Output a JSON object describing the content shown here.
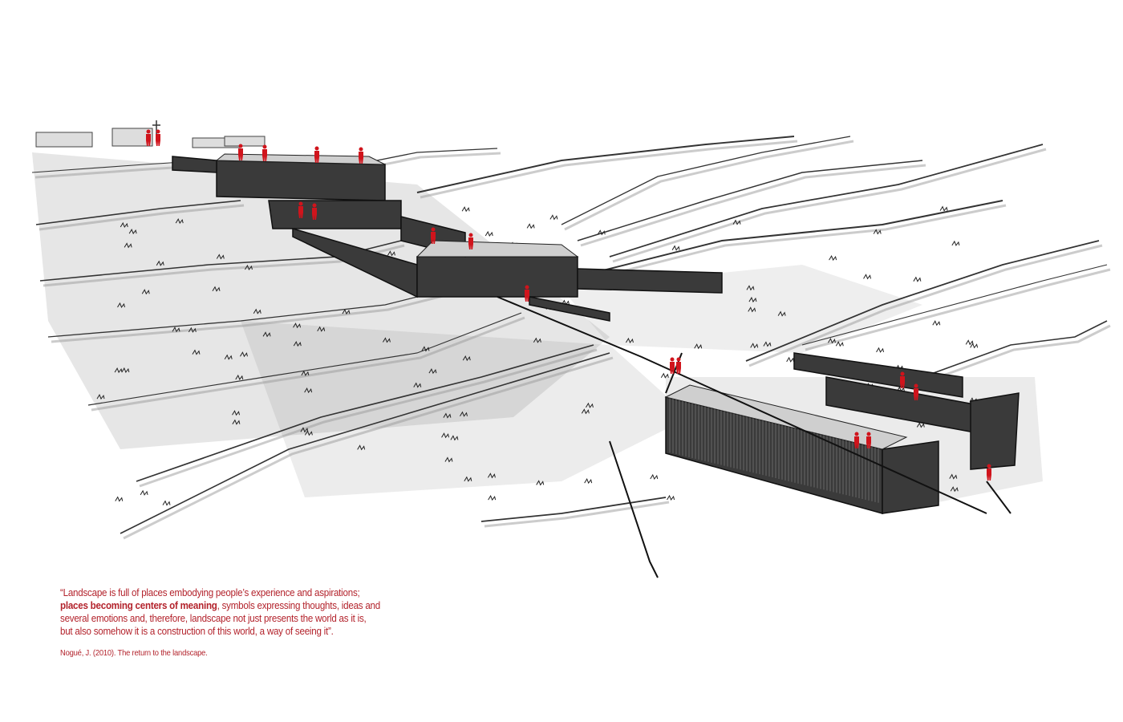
{
  "quote": {
    "line1": "“Landscape is full of places embodying  people’s experience and aspirations;",
    "line2_bold": "places becoming centers of meaning",
    "line2_rest": ", symbols expressing thoughts, ideas and",
    "line3": "several emotions and, therefore, landscape not just presents the world as it is,",
    "line4": "but also somehow it is a construction of this world, a way of seeing it”."
  },
  "citation": "Nogué, J. (2010). The return to the landscape.",
  "colors": {
    "accent_red": "#b3232c",
    "figure_red": "#d0141c",
    "ink": "#222222",
    "wash": "#9a9a9a"
  }
}
